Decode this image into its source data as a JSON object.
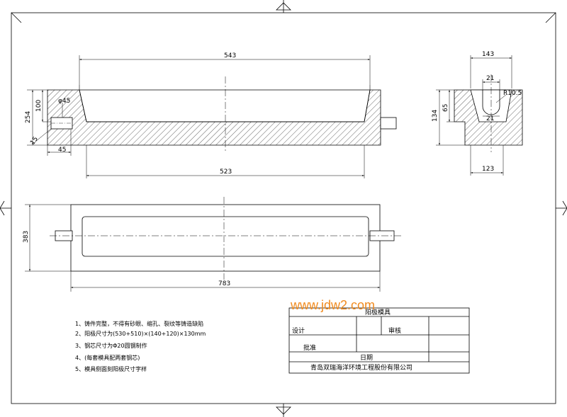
{
  "front_view": {
    "dims": {
      "top_length": "543",
      "bottom_length": "523",
      "height": "254",
      "step_height": "100",
      "pin_diameter": "φ45",
      "pin_length": "45",
      "chamfer": "15"
    }
  },
  "section_view": {
    "dims": {
      "width": "143",
      "groove_top": "21",
      "groove_bottom": "21",
      "radius": "R10.5",
      "height": "134",
      "groove_depth": "65",
      "base_width": "123"
    }
  },
  "plan_view": {
    "dims": {
      "width": "383",
      "length": "783"
    }
  },
  "notes": [
    "1、铸件完整，不得有砂眼、缩孔、裂纹等铸造缺陷",
    "2、阳极尺寸为(530+510)×(140+120)×130mm",
    "3、钢芯尺寸为Φ20圆钢制作",
    "4、(每套模具配两套钢芯)",
    "5、模具侧面刻阳极尺寸字样"
  ],
  "title_block": {
    "title": "阳极模具",
    "design_label": "设计",
    "review_label": "审核",
    "approve_label": "批准",
    "date_label": "日期",
    "company": "青岛双瑞海洋环境工程股份有限公司"
  },
  "watermark": "www.jdw2.com"
}
